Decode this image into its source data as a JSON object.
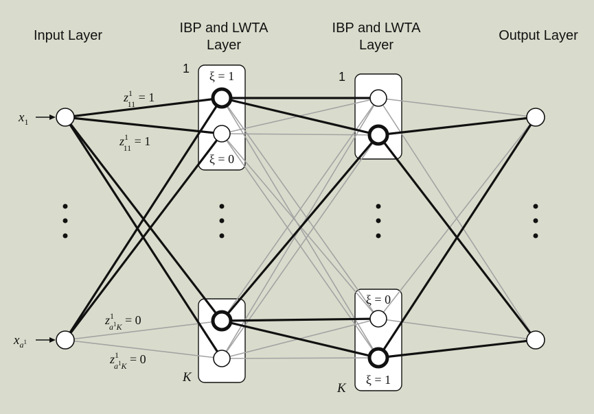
{
  "headers": {
    "input": "Input Layer",
    "hidden1": [
      "IBP and LWTA",
      "Layer"
    ],
    "hidden2": [
      "IBP and LWTA",
      "Layer"
    ],
    "output": "Output Layer"
  },
  "inputs": {
    "x1": {
      "base": "x",
      "sub": "1"
    },
    "xa": {
      "base": "x",
      "sub": "a",
      "subsup": "1"
    }
  },
  "block_labels": {
    "h1_top": "1",
    "h1_bottom": "K",
    "h2_top": "1",
    "h2_bottom": "K"
  },
  "xi_labels": {
    "h1_top_a": "ξ = 1",
    "h1_top_b": "ξ = 0",
    "h2_bottom_a": "ξ = 0",
    "h2_bottom_b": "ξ = 1"
  },
  "z_labels": [
    {
      "z": "z",
      "sup": "1",
      "sub": "11",
      "rhs": " = 1"
    },
    {
      "z": "z",
      "sup": "1",
      "sub": "11",
      "rhs": " = 1"
    },
    {
      "z": "z",
      "sup": "1",
      "sub": "a",
      "subsup": "1",
      "subtail": "K",
      "rhs": " = 0"
    },
    {
      "z": "z",
      "sup": "1",
      "sub": "a",
      "subsup": "1",
      "subtail": "K",
      "rhs": " = 0"
    }
  ],
  "colors": {
    "background": "#d9dccc",
    "active_edge": "#111111",
    "inactive_edge": "#a3a3a3"
  }
}
